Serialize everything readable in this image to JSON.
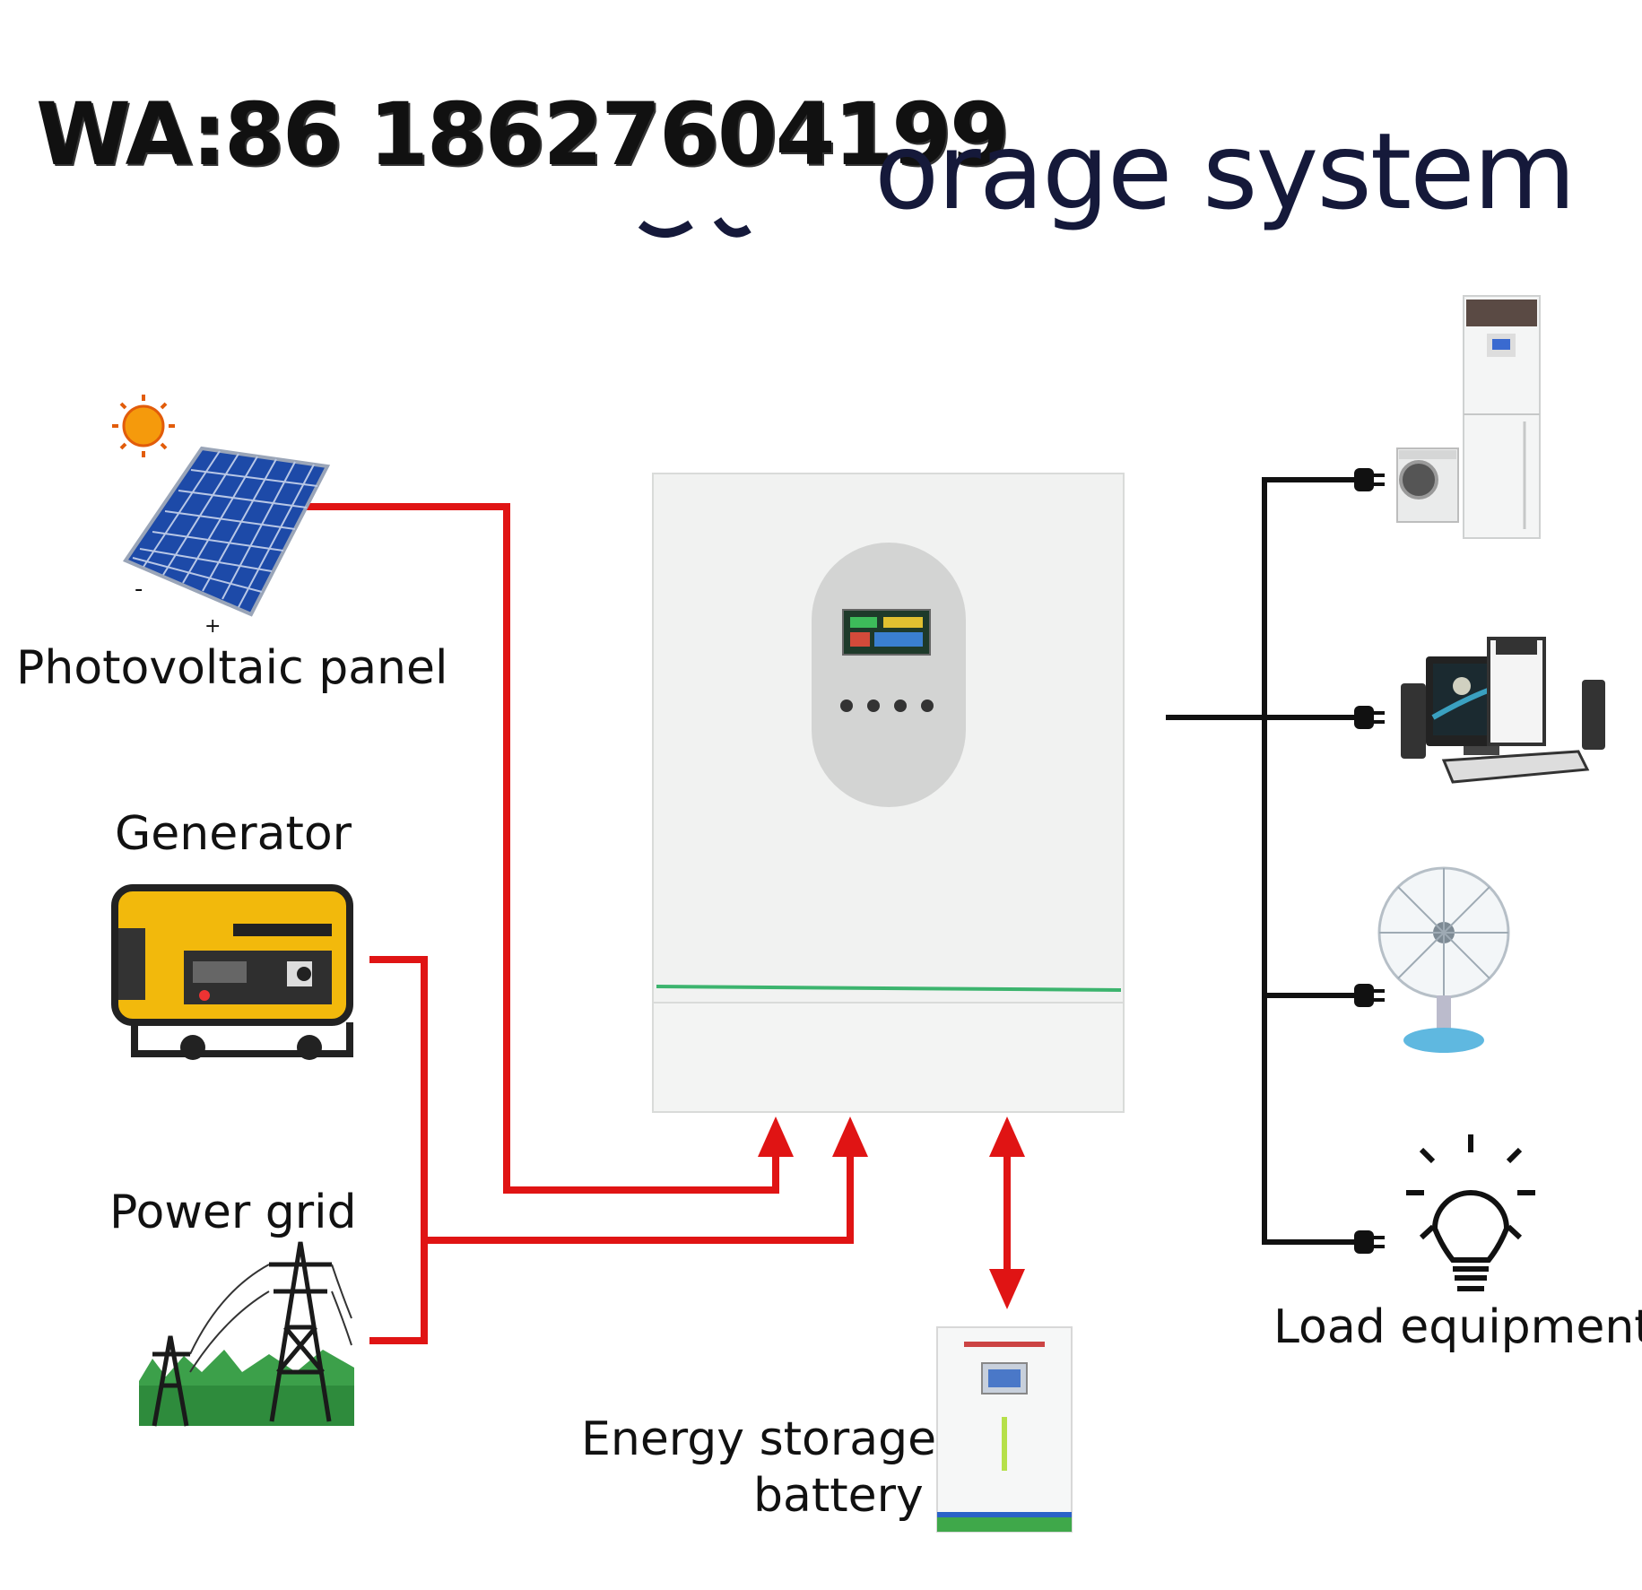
{
  "watermark": "WA:86 18627604199",
  "title": "orage system",
  "labels": {
    "pv": "Photovoltaic panel",
    "pv_minus": "-",
    "pv_plus": "+",
    "generator": "Generator",
    "grid": "Power grid",
    "battery_line1": "Energy storage",
    "battery_line2": "battery",
    "load": "Load equipment"
  },
  "colors": {
    "power_line": "#e01414",
    "load_line": "#111111",
    "inverter_body": "#f1f2f1",
    "accent_green": "#3cb46e",
    "solar_blue": "#2a55b8",
    "generator_yellow": "#f2b90c"
  },
  "icons": [
    "sun-icon",
    "solar-panel-icon",
    "generator-icon",
    "power-tower-icon",
    "inverter-icon",
    "battery-cabinet-icon",
    "air-conditioner-icon",
    "washing-machine-icon",
    "computer-icon",
    "fan-icon",
    "light-bulb-icon",
    "plug-icon"
  ]
}
